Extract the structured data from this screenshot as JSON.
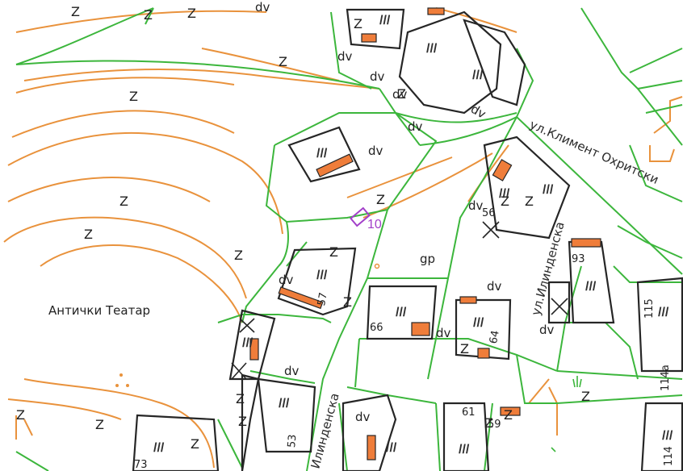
{
  "map": {
    "colors": {
      "parcel_line": "#3cb63c",
      "contour_line": "#e9923c",
      "building_outline": "#262626",
      "annex_fill": "#ef7d3a",
      "marker": "#a23fc9",
      "background": "#ffffff"
    },
    "labels": {
      "theatre": "Антички Театар",
      "street_kliment": "ул.Климент Охритски",
      "street_ilindenska_a": "ул.Илинденска",
      "street_ilindenska_b": "Илинденска",
      "marker_number": "10"
    },
    "codes": {
      "dv": "dv",
      "gp": "gp",
      "z": "Z",
      "hatch": "///",
      "x_mark": "X"
    },
    "house_numbers": {
      "n56": "56",
      "n57": "57",
      "n66": "66",
      "n64": "64",
      "n93": "93",
      "n115": "115",
      "n114a": "114a",
      "n61": "61",
      "n59": "59",
      "n53": "53",
      "n73": "73",
      "n114": "114"
    },
    "icons": [
      "building-hatch-icon",
      "x-mark-icon",
      "vegetation-icon",
      "survey-marker-icon"
    ]
  }
}
